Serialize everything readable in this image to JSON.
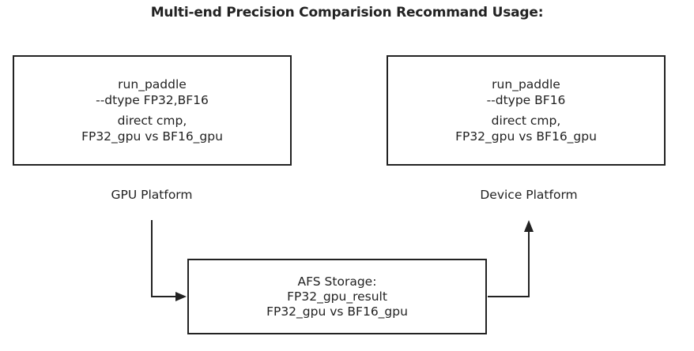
{
  "title": "Multi-end Precision Comparision Recommand Usage:",
  "gpu_box": {
    "command_lines": [
      "run_paddle",
      "--dtype FP32,BF16"
    ],
    "compare_lines": [
      "direct cmp,",
      "FP32_gpu vs BF16_gpu"
    ]
  },
  "device_box": {
    "command_lines": [
      "run_paddle",
      "--dtype BF16"
    ],
    "compare_lines": [
      "direct cmp,",
      "FP32_gpu vs BF16_gpu"
    ]
  },
  "gpu_label": "GPU Platform",
  "device_label": "Device Platform",
  "afs_box": {
    "lines": [
      "AFS Storage:",
      "FP32_gpu_result",
      "FP32_gpu vs BF16_gpu"
    ]
  },
  "colors": {
    "stroke": "#222222",
    "background": "#ffffff"
  }
}
